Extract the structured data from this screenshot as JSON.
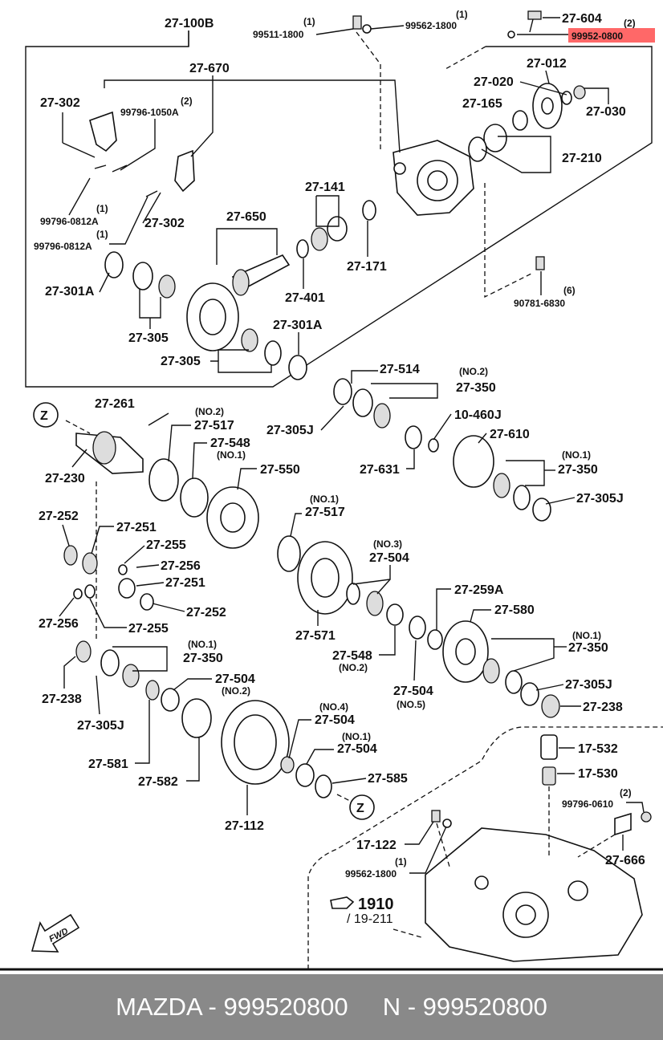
{
  "header": {
    "group_label": "27-100B",
    "top_parts": [
      {
        "num": "(1)",
        "code": "99511-1800"
      },
      {
        "num": "(1)",
        "code": "99562-1800"
      },
      {
        "num": "",
        "code": "27-604"
      },
      {
        "num": "(2)",
        "code": "99952-0800"
      }
    ]
  },
  "highlight": {
    "code": "99952-0800",
    "color": "#ff3b3b"
  },
  "labels": [
    "27-670",
    "27-302",
    "(2)",
    "99796-1050A",
    "27-012",
    "27-020",
    "27-030",
    "27-165",
    "27-210",
    "(1)",
    "99796-0812A",
    "27-302",
    "(1)",
    "99796-0812A",
    "27-141",
    "27-650",
    "27-171",
    "27-301A",
    "27-401",
    "(6)",
    "90781-6830",
    "27-305",
    "27-301A",
    "27-305",
    "27-514",
    "(NO.2)",
    "27-350",
    "27-261",
    "(NO.2)",
    "27-517",
    "27-305J",
    "10-460J",
    "27-548",
    "(NO.1)",
    "27-550",
    "27-610",
    "27-230",
    "27-631",
    "(NO.1)",
    "27-350",
    "27-305J",
    "(NO.1)",
    "27-517",
    "27-252",
    "27-251",
    "27-255",
    "27-256",
    "(NO.3)",
    "27-504",
    "27-251",
    "27-259A",
    "27-256",
    "27-252",
    "27-580",
    "27-255",
    "27-571",
    "(NO.1)",
    "27-350",
    "27-548",
    "(NO.2)",
    "(NO.1)",
    "27-350",
    "27-305J",
    "27-504",
    "(NO.5)",
    "27-238",
    "27-504",
    "(NO.2)",
    "27-305J",
    "27-238",
    "(NO.4)",
    "27-504",
    "(NO.1)",
    "27-504",
    "27-581",
    "27-582",
    "27-585",
    "27-112",
    "17-532",
    "17-530",
    "(2)",
    "99796-0610",
    "17-122",
    "(1)",
    "99562-1800",
    "27-666",
    "/ 19-211"
  ],
  "ref_number": "1910",
  "markers": {
    "z": "Z",
    "fwd": "FWD"
  },
  "footer": {
    "brand_text": "MAZDA - 999520800",
    "n_text": "N - 999520800"
  }
}
